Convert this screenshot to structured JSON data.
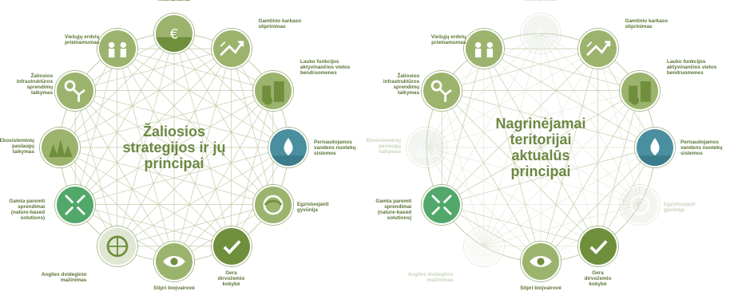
{
  "left_panel": {
    "title": "Žaliosios\nstrategijos ir jų\nprincipai",
    "nodes": [
      {
        "label": "Ekologinio\nkompensavimo\nmechanizmai",
        "icon": "euro-icon",
        "active": true
      },
      {
        "label": "Gamtinio karkaso\nstiprinimas",
        "icon": "network-arrows-icon",
        "active": true
      },
      {
        "label": "Lauko funkcijos\naktyvinančios vietos\nbendruomenes",
        "icon": "city-block-icon",
        "active": true
      },
      {
        "label": "Pernaudojamos\nvandens nuotekų\nsistemos",
        "icon": "water-drop-icon",
        "active": true
      },
      {
        "label": "Egzistuojanti\ngyvūnija",
        "icon": "wildlife-icon",
        "active": true
      },
      {
        "label": "Gera\ndirvožemio\nkokybė",
        "icon": "check-icon",
        "active": true
      },
      {
        "label": "Stipri biojvairovė",
        "icon": "eye-icon",
        "active": true
      },
      {
        "label": "Anglies dvideginio\nmažinimas",
        "icon": "globe-arrows-icon",
        "active": true
      },
      {
        "label": "Gamta paremti\nsprendimai\n(nature-based\nsolutions)",
        "icon": "inward-arrows-icon",
        "active": true
      },
      {
        "label": "Ekosisteminių\npaslaugų\ntaikymas",
        "icon": "forest-icon",
        "active": true
      },
      {
        "label": "Žaliosios\ninfrastruktūros\nsprendimų\ntaikymas",
        "icon": "pipes-icon",
        "active": true
      },
      {
        "label": "Viešųjų erdvių\nprieinamumas",
        "icon": "people-icon",
        "active": true
      }
    ]
  },
  "right_panel": {
    "title": "Nagrinėjamai\nteritorijai\naktualūs\nprincipai",
    "nodes": [
      {
        "label": "Ekologinio\nkompensavimo\nmechanizmai",
        "icon": "euro-icon",
        "active": false
      },
      {
        "label": "Gamtinio karkaso\nstiprinimas",
        "icon": "network-arrows-icon",
        "active": true
      },
      {
        "label": "Lauko funkcijos\naktyvinančios vietos\nbendruomenes",
        "icon": "city-block-icon",
        "active": true
      },
      {
        "label": "Pernaudojamos\nvandens nuotekų\nsistemos",
        "icon": "water-drop-icon",
        "active": true
      },
      {
        "label": "Egzistuojanti\ngyvūnija",
        "icon": "wildlife-icon",
        "active": false
      },
      {
        "label": "Gera\ndirvožemio\nkokybė",
        "icon": "check-icon",
        "active": true
      },
      {
        "label": "Stipri biojvairovė",
        "icon": "eye-icon",
        "active": true
      },
      {
        "label": "Anglies dvideginio\nmažinimas",
        "icon": "globe-arrows-icon",
        "active": false
      },
      {
        "label": "Gamta paremti\nsprendimai\n(nature-based\nsolutions)",
        "icon": "inward-arrows-icon",
        "active": true
      },
      {
        "label": "Ekosisteminių\npaslaugų\ntaikymas",
        "icon": "forest-icon",
        "active": false
      },
      {
        "label": "Žaliosios\ninfrastruktūros\nsprendimų\ntaikymas",
        "icon": "pipes-icon",
        "active": true
      },
      {
        "label": "Viešųjų erdvių\nprieinamumas",
        "icon": "people-icon",
        "active": true
      }
    ]
  },
  "colors": {
    "label_green": "#5b7536",
    "title_green": "#6d8843",
    "line_green": "#c2cda8",
    "node_dark": "#6f8f3d",
    "node_mid": "#9cb36e",
    "node_teal": "#4a8fa0",
    "node_bright": "#52a86a",
    "faded": "#d7ddcf"
  }
}
